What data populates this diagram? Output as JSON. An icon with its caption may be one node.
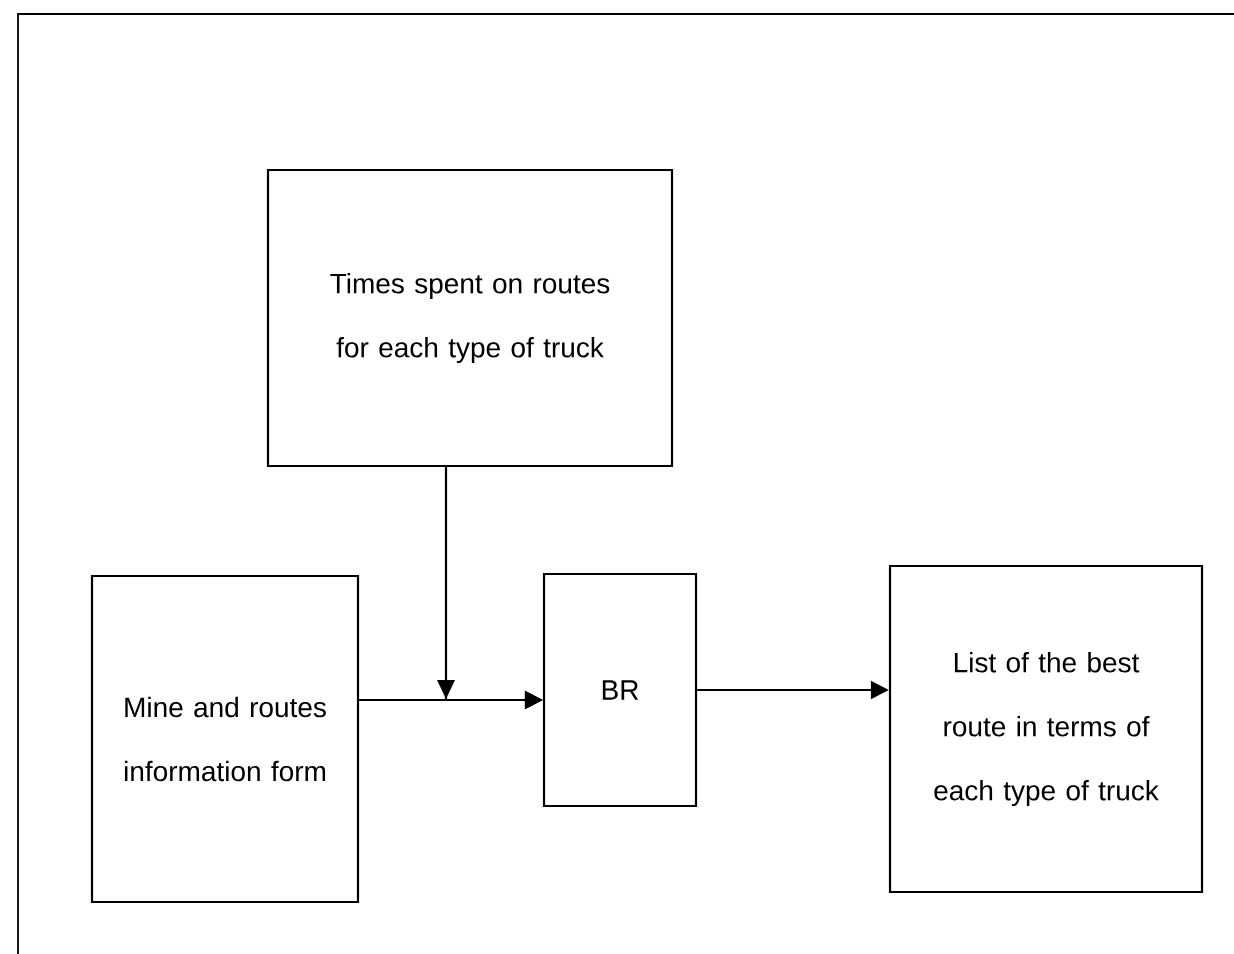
{
  "diagram": {
    "nodes": [
      {
        "text": [
          "Times spent on routes for each type of truck"
        ]
      },
      {
        "text": [
          "Mine and routes information form"
        ]
      },
      {
        "text": [
          "BR"
        ]
      },
      {
        "text": [
          "List of the best route in terms of each type of truck"
        ]
      }
    ],
    "edges": [
      {
        "from": 0,
        "to": 2,
        "arrow": "to"
      },
      {
        "from": 1,
        "to": 2,
        "arrow": "to"
      },
      {
        "from": 2,
        "to": 3,
        "arrow": "to"
      }
    ]
  }
}
